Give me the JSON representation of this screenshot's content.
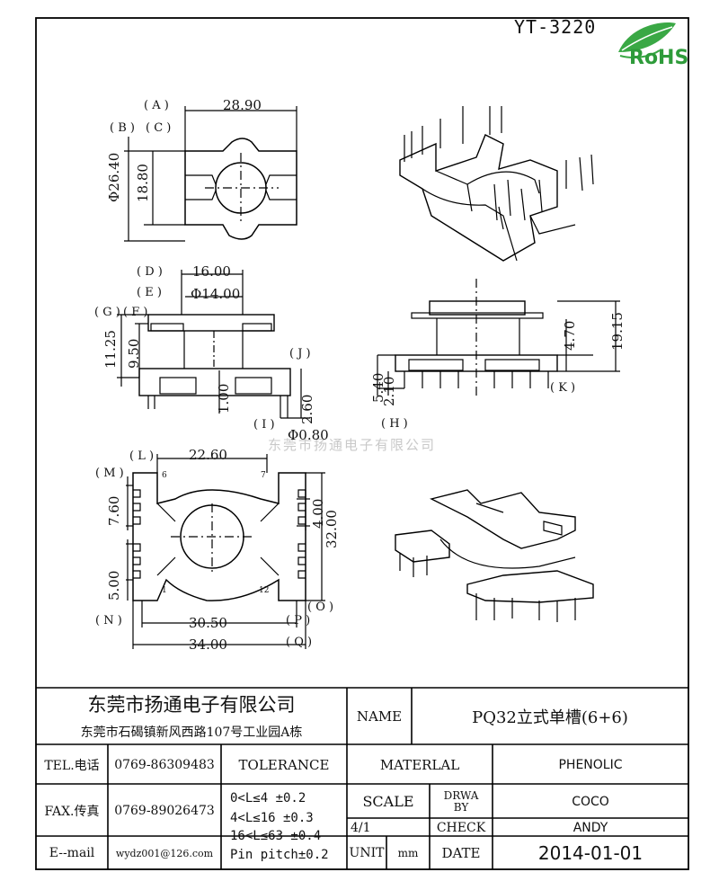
{
  "header": {
    "model": "YT-3220",
    "rohs_label": "RoHS",
    "logo_icon": "leaf-rohs-icon"
  },
  "watermark": "东莞市扬通电子有限公司",
  "top_view": {
    "label_a": "( A )",
    "label_b": "( B )",
    "label_c": "( C )",
    "width": "28.90",
    "height_outer": "Φ26.40",
    "height_inner": "18.80"
  },
  "side_view": {
    "label_d": "( D )",
    "label_e": "( E )",
    "label_f": "( F )",
    "label_g": "( G )",
    "label_h": "( H )",
    "label_i": "( I )",
    "label_j": "( J )",
    "d_width": "16.00",
    "e_diam": "Φ14.00",
    "g_height": "11.25",
    "f_height": "9.50",
    "pin_len": "1.00",
    "pin_out": "2.60",
    "pin_diam": "Φ0.80"
  },
  "front_view": {
    "label_k": "( K )",
    "total_height": "19.15",
    "top_height": "4.70",
    "left_a": "5.40",
    "left_b": "2.10"
  },
  "bottom_view": {
    "label_l": "( L )",
    "label_m": "( M )",
    "label_n": "( N )",
    "label_o": "( O )",
    "label_p": "( P )",
    "label_q": "( Q )",
    "l_width": "22.60",
    "m_pitch": "7.60",
    "n_pitch": "5.00",
    "o_height": "32.00",
    "slot": "4.00",
    "p_width": "30.50",
    "q_width": "34.00",
    "pin_6": "6",
    "pin_7": "7",
    "pin_1": "1",
    "pin_12": "12"
  },
  "title_block": {
    "company_cn": "东莞市扬通电子有限公司",
    "address": "东莞市石碣镇新风西路107号工业园A栋",
    "name_label": "NAME",
    "name_value": "PQ32立式单槽(6+6)",
    "tel_label": "TEL.电话",
    "tel_value": "0769-86309483",
    "fax_label": "FAX.传真",
    "fax_value": "0769-89026473",
    "email_label": "E--mail",
    "email_value": "wydz001@126.com",
    "tolerance_label": "TOLERANCE",
    "tol_1": "0<L≤4  ±0.2",
    "tol_2": "4<L≤16  ±0.3",
    "tol_3": "16<L≤63 ±0.4",
    "tol_4": "Pin pitch±0.2",
    "material_label": "MATERLAL",
    "material_value": "PHENOLIC",
    "scale_label": "SCALE",
    "scale_value": "4/1",
    "drawn_label": "DRWA BY",
    "drawn_value": "COCO",
    "check_label": "CHECK",
    "check_value": "ANDY",
    "unit_label": "UNIT",
    "unit_value": "mm",
    "date_label": "DATE",
    "date_value": "2014-01-01"
  }
}
